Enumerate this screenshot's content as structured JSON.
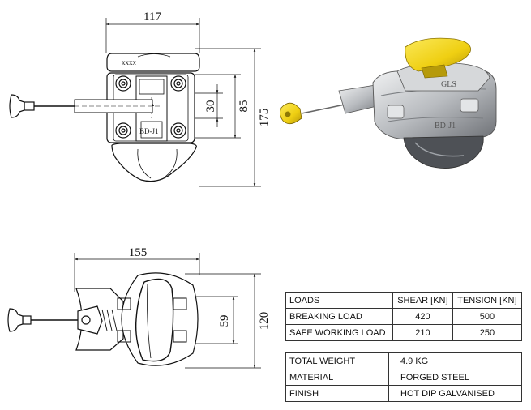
{
  "drawing": {
    "top_view": {
      "dim_width": "117",
      "dim_height": "175",
      "dim_mid": "85",
      "dim_inner": "30",
      "stamp_top": "xxxx",
      "stamp_label": "BD-J1"
    },
    "bottom_view": {
      "dim_width": "155",
      "dim_height": "120",
      "dim_inner": "59"
    },
    "render_labels": {
      "brand": "GLS",
      "model": "BD-J1"
    },
    "colors": {
      "handle_yellow": "#f2d21a",
      "steel": "#c7c9cc",
      "line": "#111111"
    }
  },
  "loads_table": {
    "headers": [
      "LOADS",
      "SHEAR [KN]",
      "TENSION [KN]"
    ],
    "rows": [
      {
        "label": "BREAKING LOAD",
        "shear": "420",
        "tension": "500"
      },
      {
        "label": "SAFE WORKING LOAD",
        "shear": "210",
        "tension": "250"
      }
    ]
  },
  "properties_table": {
    "rows": [
      {
        "label": "TOTAL WEIGHT",
        "value": "4.9 KG"
      },
      {
        "label": "MATERIAL",
        "value": "FORGED STEEL"
      },
      {
        "label": "FINISH",
        "value": "HOT DIP GALVANISED"
      }
    ]
  }
}
